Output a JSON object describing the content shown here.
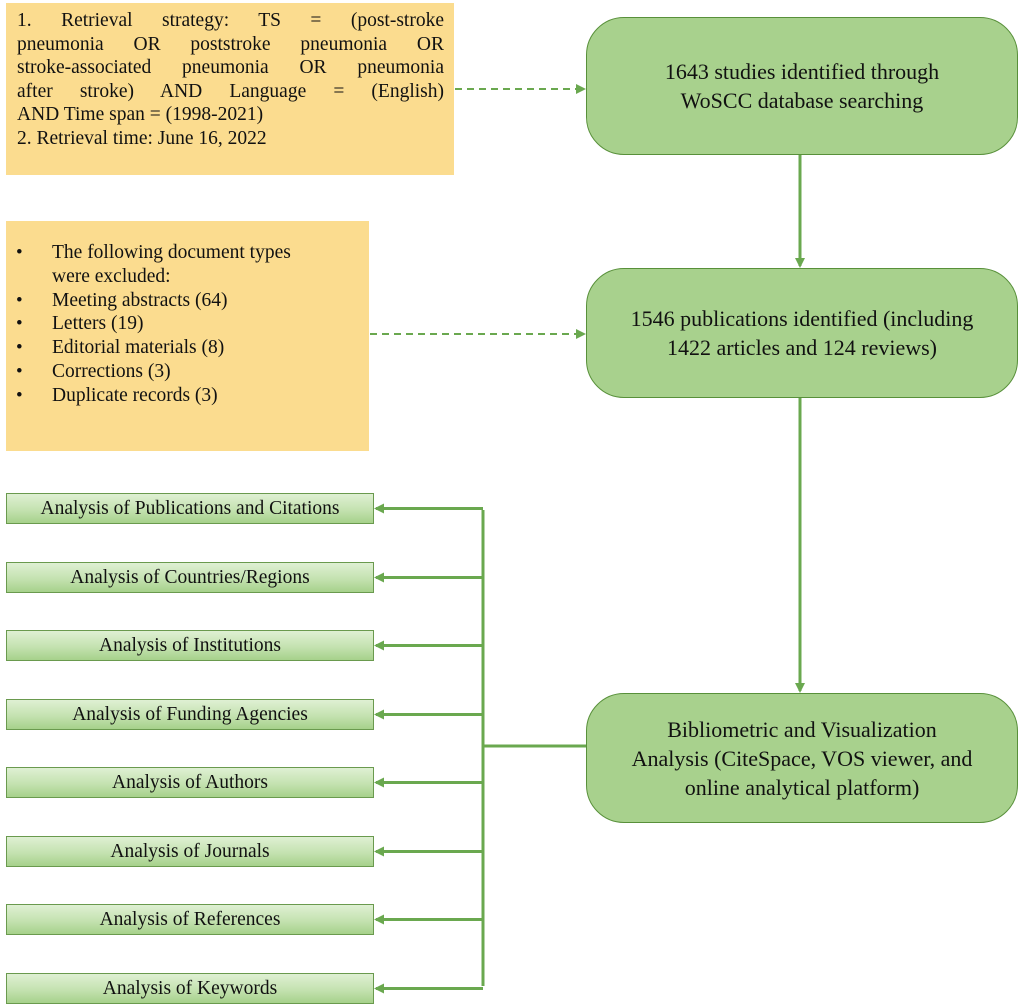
{
  "strategy_note": {
    "lines": [
      "1. Retrieval strategy: TS = (post-stroke",
      "pneumonia OR poststroke pneumonia OR",
      "stroke-associated pneumonia OR pneumonia",
      "after stroke) AND Language = (English)",
      "AND Time span = (1998-2021)",
      "2. Retrieval time: June 16, 2022"
    ]
  },
  "exclusion_note": {
    "items": [
      {
        "first": "The following document types",
        "cont": "were excluded:"
      },
      {
        "first": "Meeting abstracts (64)"
      },
      {
        "first": "Letters (19)"
      },
      {
        "first": "Editorial materials (8)"
      },
      {
        "first": "Corrections (3)"
      },
      {
        "first": "Duplicate records (3)"
      }
    ]
  },
  "stages": {
    "identified": [
      "1643 studies identified through",
      "WoSCC database searching"
    ],
    "publications": [
      "1546 publications identified (including",
      "1422 articles and 124 reviews)"
    ],
    "analysis": [
      "Bibliometric and Visualization",
      "Analysis (CiteSpace, VOS viewer, and",
      "online analytical platform)"
    ]
  },
  "analyses": [
    "Analysis of Publications and Citations",
    "Analysis of Countries/Regions",
    "Analysis of Institutions",
    "Analysis of Funding Agencies",
    "Analysis of Authors",
    "Analysis of Journals",
    "Analysis of References",
    "Analysis of Keywords"
  ],
  "colors": {
    "note_fill": "#fbdc8f",
    "stage_fill": "#a8d18d",
    "stage_border": "#58903a",
    "connector": "#6aa84f"
  }
}
